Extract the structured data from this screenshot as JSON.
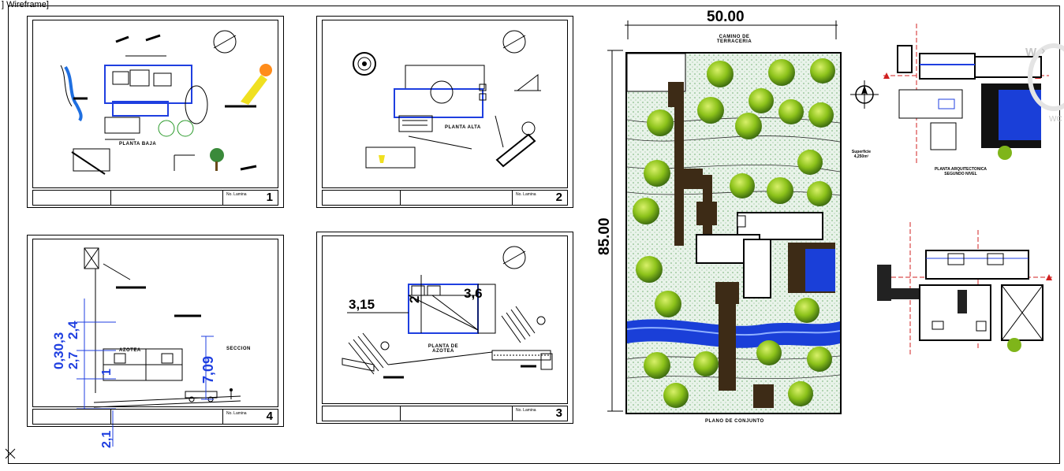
{
  "viewport": {
    "label": "] Wireframe]"
  },
  "sheets": [
    {
      "id": "s1",
      "title": "PLANTA BAJA",
      "tb_label": "No. Lamina",
      "tb_number": "1"
    },
    {
      "id": "s2",
      "title": "PLANTA ALTA",
      "tb_label": "No. Lamina",
      "tb_number": "2"
    },
    {
      "id": "s3",
      "title": "PLANTA DE AZOTEA",
      "tb_label": "No. Lamina",
      "tb_number": "3",
      "dims": {
        "d1": "3,15",
        "d2": "2",
        "d3": "3,6"
      }
    },
    {
      "id": "s4",
      "title": "SECCION",
      "tb_label": "No. Lamina",
      "tb_number": "4",
      "dims": {
        "d1": "0,30,3",
        "d2": "2,4",
        "d3": "2,7",
        "d4": "1",
        "d5": "7,09",
        "d6": "2,1",
        "roof_label": "AZOTEA"
      }
    }
  ],
  "site": {
    "width_dim": "50.00",
    "height_dim": "85.00",
    "road_label_1": "CAMINO DE",
    "road_label_2": "TERRACERIA",
    "caption": "PLANO DE CONJUNTO",
    "area_label_1": "Superficie",
    "area_label_2": "4,250m²"
  },
  "side_plans": {
    "upper_caption_1": "PLANTA ARQUITECTONICA",
    "upper_caption_2": "SEGUNDO NIVEL"
  },
  "navigator": {
    "w_label": "W",
    "arrow": "›",
    "wcs": "WC"
  },
  "colors": {
    "blue_dim": "#1f3fe0",
    "tree_green": "#7fb51a",
    "water": "#1a3fd8",
    "wood": "#3d2b16"
  }
}
